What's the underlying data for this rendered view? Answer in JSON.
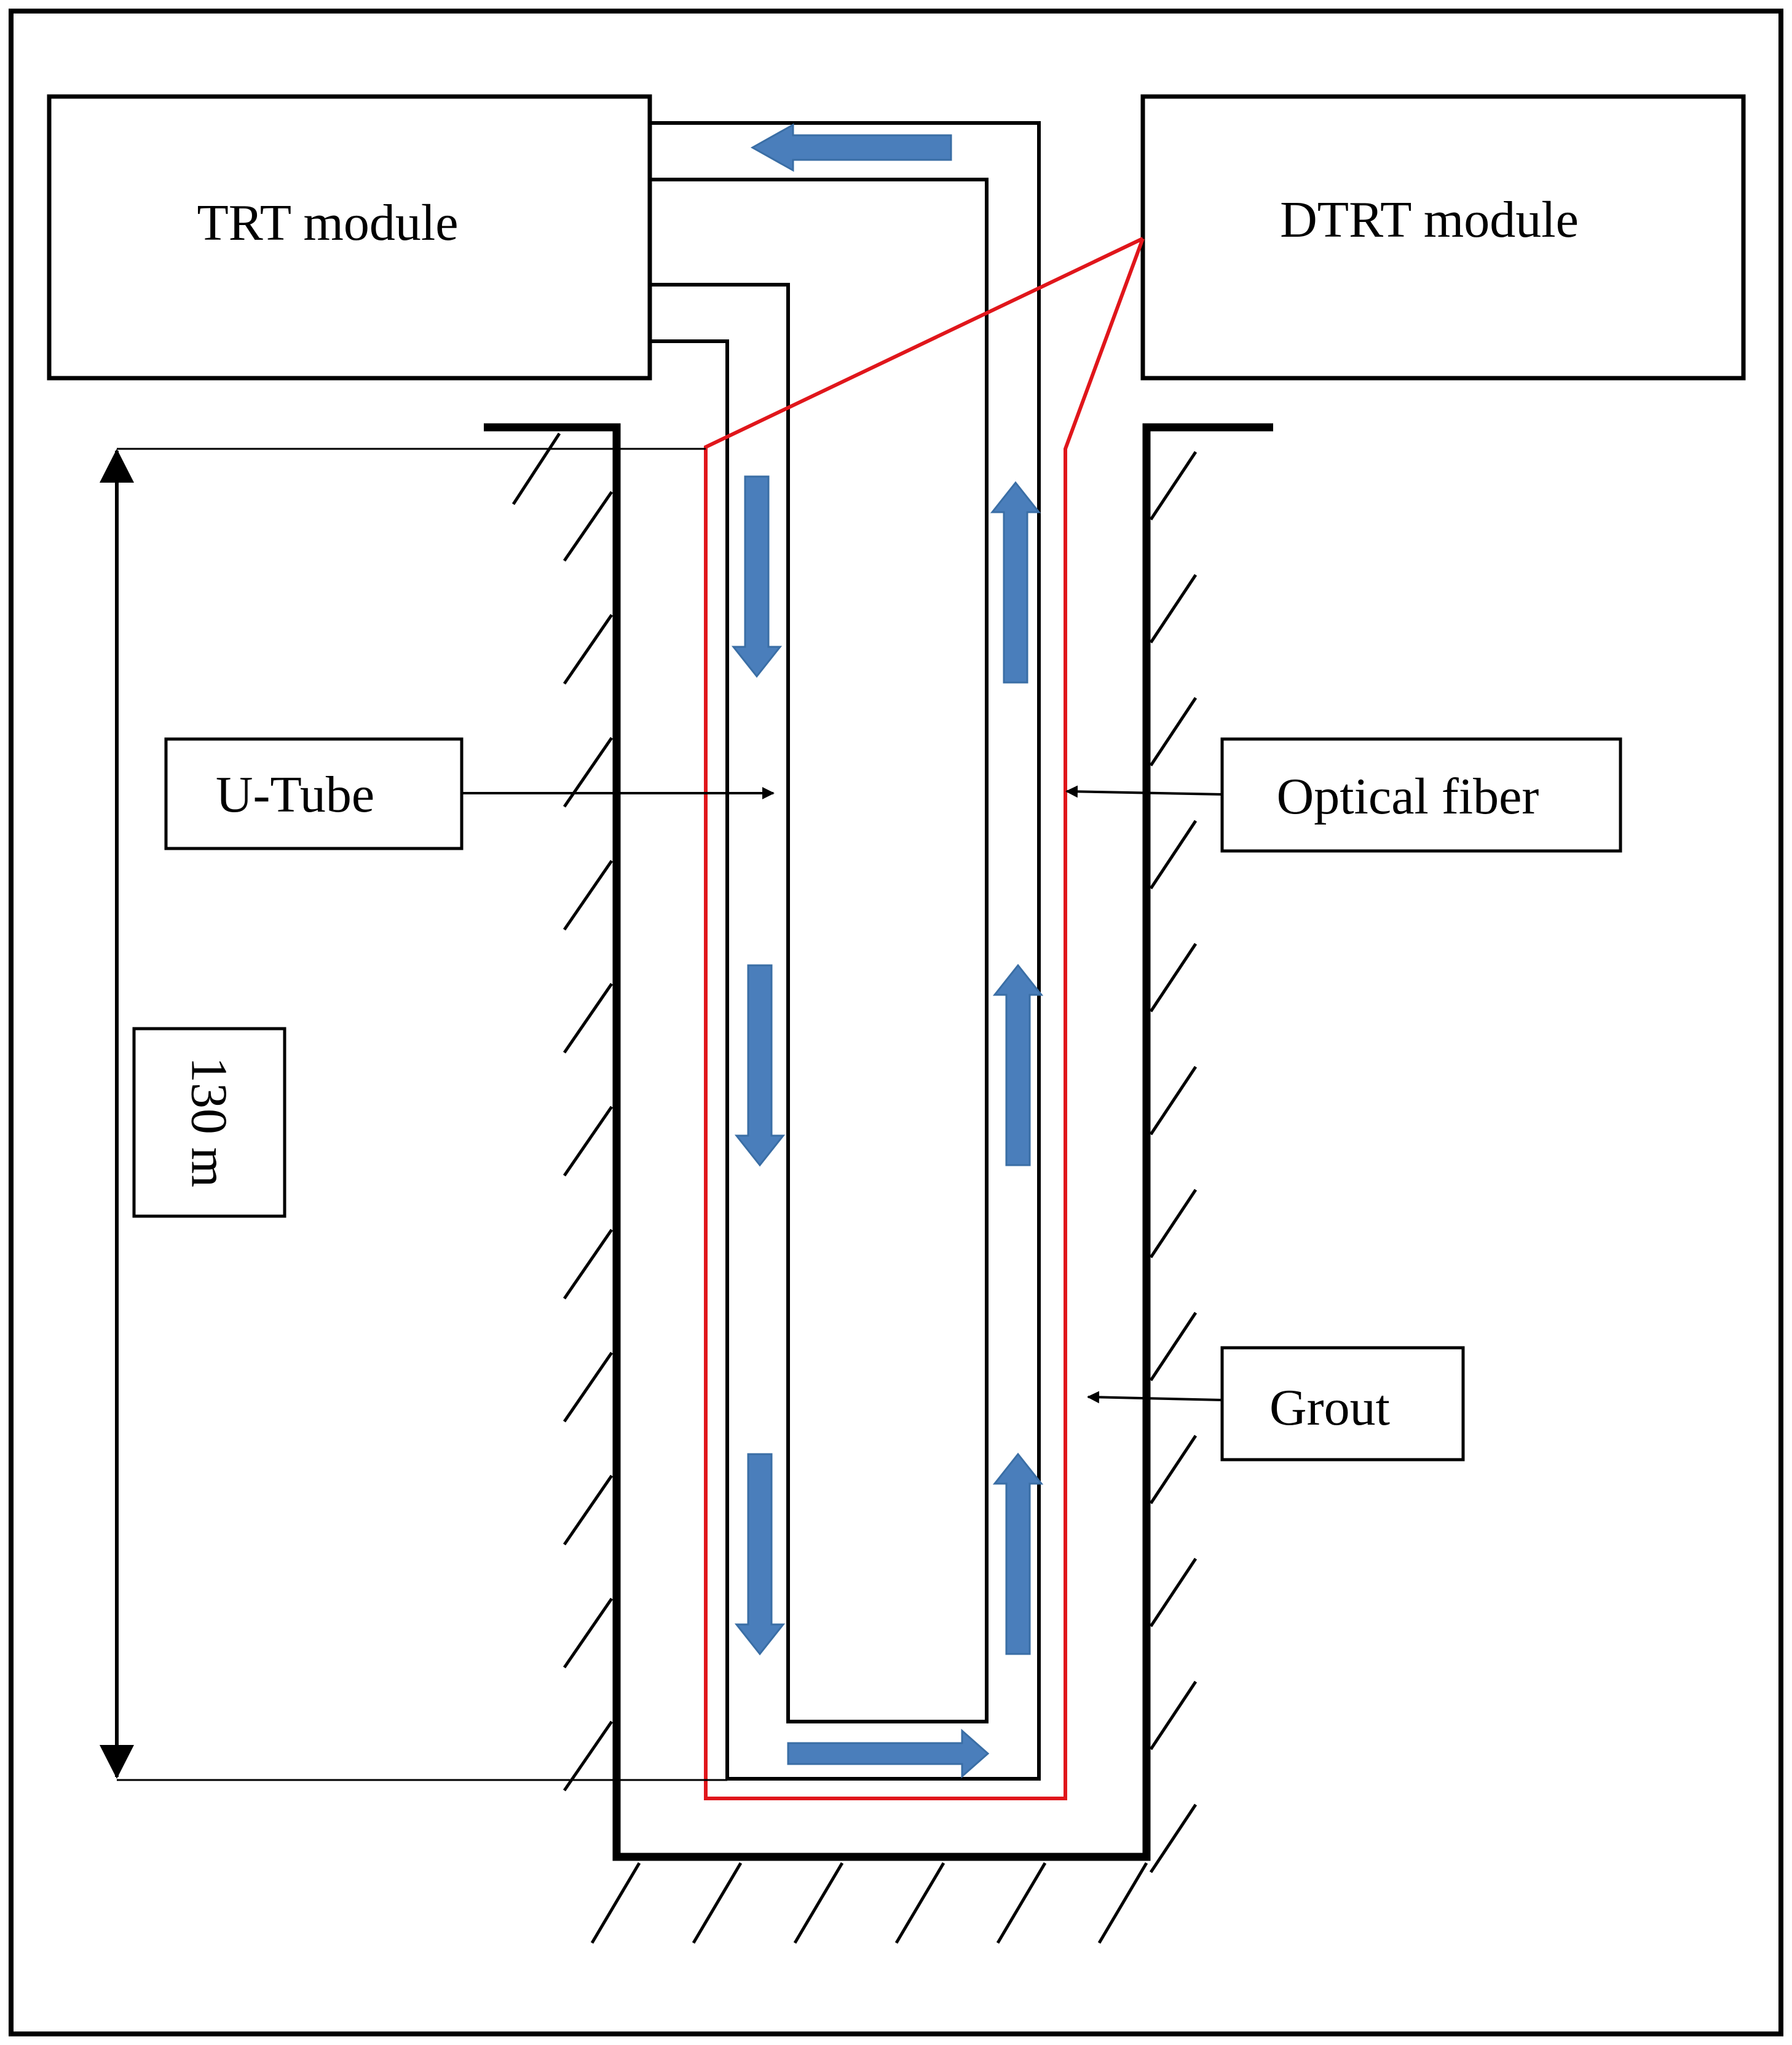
{
  "modules": {
    "trt": "TRT module",
    "dtrt": "DTRT module"
  },
  "callouts": {
    "u_tube": "U-Tube",
    "optical_fiber": "Optical fiber",
    "grout": "Grout"
  },
  "dimension": {
    "depth": "130 m"
  },
  "colors": {
    "line": "#000000",
    "fiber": "#e0161b",
    "flow_arrow_fill": "#4a7ebb",
    "flow_arrow_stroke": "#3a6ea5",
    "background": "#ffffff"
  },
  "icons": {
    "flow": "flow-direction-arrow-icon",
    "ground": "ground-hatch-icon",
    "pointer": "callout-arrow-icon"
  }
}
